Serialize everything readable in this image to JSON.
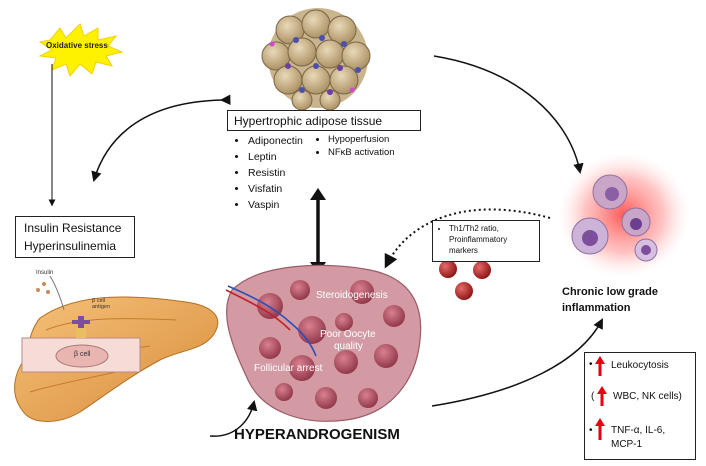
{
  "oxidative": {
    "label": "Oxidative stress"
  },
  "adipose": {
    "title": "Hypertrophic adipose tissue",
    "items_left": [
      "Adiponectin",
      "Leptin",
      "Resistin",
      "Visfatin",
      "Vaspin"
    ],
    "items_right": [
      "Hypoperfusion",
      "NFκB activation"
    ]
  },
  "insulin": {
    "line1": "Insulin Resistance",
    "line2": "Hyperinsulinemia",
    "small_label": "Insulin",
    "antigen_label": "β cell antigen",
    "cell_label": "β cell"
  },
  "ovary": {
    "labels": [
      "Steroidogenesis",
      "Poor Oocyte",
      "quality",
      "Follicular arrest"
    ]
  },
  "hyperandrogenism": {
    "label": "HYPERANDROGENISM"
  },
  "markers": {
    "items": [
      "Th1/Th2 ratio,",
      "Proinflammatory",
      "markers"
    ]
  },
  "inflammation": {
    "line1": "Chronic low grade",
    "line2": "inflammation"
  },
  "results": {
    "leukocytosis": "Leukocytosis",
    "wbc": "WBC, NK cells)",
    "paren": "(",
    "tnf_line1": "TNF-α, IL-6,",
    "tnf_line2": "MCP-1"
  },
  "colors": {
    "arrow": "#111111",
    "burst": "#fff200",
    "red_arrow": "#e8000f",
    "ovary": "#c98b95",
    "follicle": "#b04a5f"
  }
}
